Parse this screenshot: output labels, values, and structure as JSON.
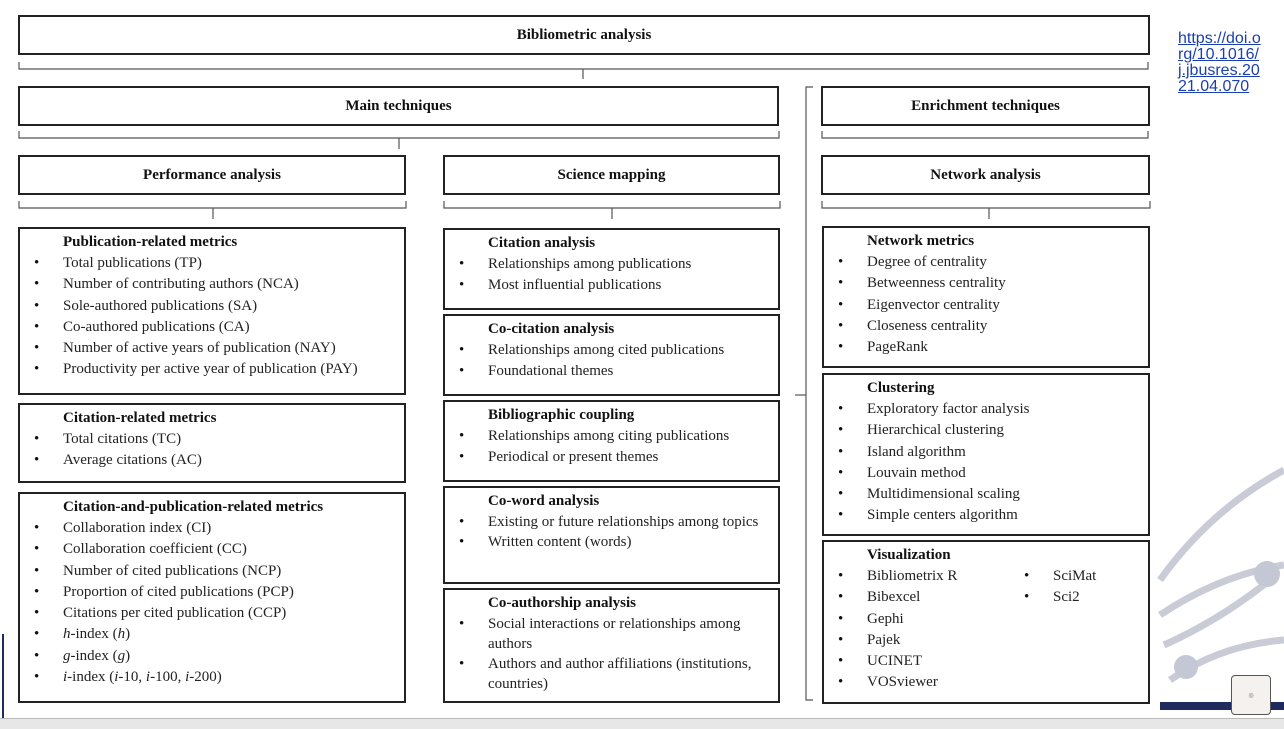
{
  "title": "Bibliometric analysis",
  "doi_link": "https://doi.org/10.1016/j.jbusres.2021.04.070",
  "main": {
    "label": "Main techniques",
    "performance": {
      "label": "Performance analysis",
      "publication": {
        "title": "Publication-related metrics",
        "items": [
          "Total publications (TP)",
          "Number of contributing authors (NCA)",
          "Sole-authored publications (SA)",
          "Co-authored publications (CA)",
          "Number of active years of publication (NAY)",
          "Productivity per active year of publication (PAY)"
        ]
      },
      "citation": {
        "title": "Citation-related metrics",
        "items": [
          "Total citations (TC)",
          "Average citations (AC)"
        ]
      },
      "combined": {
        "title": "Citation-and-publication-related metrics",
        "items": [
          "Collaboration index (CI)",
          "Collaboration coefficient (CC)",
          "Number of cited publications (NCP)",
          "Proportion of cited publications (PCP)",
          "Citations per cited publication (CCP)"
        ],
        "h_index": {
          "prefix": "h",
          "suffix": "-index (",
          "var": "h",
          "end": ")"
        },
        "g_index": {
          "prefix": "g",
          "suffix": "-index (",
          "var": "g",
          "end": ")"
        },
        "i_index": {
          "prefix": "i",
          "mid1": "-index (",
          "a": "i",
          "b": "-10, ",
          "c": "i",
          "d": "-100, ",
          "e": "i",
          "f": "-200)"
        }
      }
    },
    "science": {
      "label": "Science mapping",
      "citation_analysis": {
        "title": "Citation analysis",
        "items": [
          "Relationships among publications",
          "Most influential publications"
        ]
      },
      "cocitation": {
        "title": "Co-citation analysis",
        "items": [
          "Relationships among cited publications",
          "Foundational themes"
        ]
      },
      "coupling": {
        "title": "Bibliographic coupling",
        "items": [
          "Relationships among citing publications",
          "Periodical or present themes"
        ]
      },
      "coword": {
        "title": "Co-word analysis",
        "items": [
          "Existing or future relationships among topics",
          "Written content (words)"
        ]
      },
      "coauthorship": {
        "title": "Co-authorship analysis",
        "items": [
          "Social interactions or relationships among authors",
          "Authors and author affiliations (institutions, countries)"
        ]
      }
    }
  },
  "enrichment": {
    "label": "Enrichment techniques",
    "network": {
      "label": "Network analysis",
      "metrics": {
        "title": "Network metrics",
        "items": [
          "Degree of centrality",
          "Betweenness centrality",
          "Eigenvector centrality",
          "Closeness centrality",
          "PageRank"
        ]
      },
      "clustering": {
        "title": "Clustering",
        "items": [
          "Exploratory factor analysis",
          "Hierarchical clustering",
          "Island algorithm",
          "Louvain method",
          "Multidimensional scaling",
          "Simple centers algorithm"
        ]
      },
      "visualization": {
        "title": "Visualization",
        "items_col1": [
          "Bibliometrix R",
          "Bibexcel",
          "Gephi",
          "Pajek",
          "UCINET",
          "VOSviewer"
        ],
        "items_col2": [
          "SciMat",
          "Sci2"
        ]
      }
    }
  }
}
